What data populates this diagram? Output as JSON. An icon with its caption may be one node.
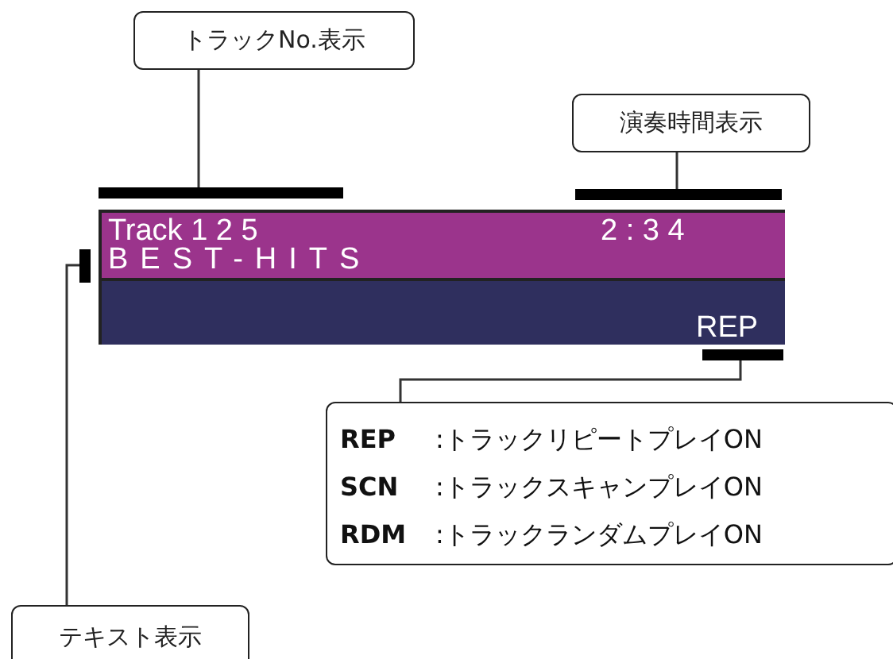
{
  "diagram": {
    "nodes": [
      {
        "text": [
          "トラックNo.表示"
        ]
      },
      {
        "text": [],
        "shape": "bar"
      },
      {
        "text": [
          "演奏時間表示"
        ]
      },
      {
        "text": [],
        "shape": "bar"
      },
      {
        "text": [
          "Track 1 2 5",
          "2 : 3 4",
          "BEST-HITS",
          "REP"
        ]
      },
      {
        "text": [],
        "shape": "bar"
      },
      {
        "text": [
          "REP",
          ":トラックリピートプレイON",
          "SCN",
          ":トラックスキャンプレイON",
          "RDM",
          ":トラックランダムプレイON"
        ]
      },
      {
        "text": [],
        "shape": "bar"
      },
      {
        "text": [
          "テキスト表示"
        ]
      }
    ],
    "edges": [
      {
        "from": 0,
        "to": 1,
        "arrow": "none"
      },
      {
        "from": 2,
        "to": 3,
        "arrow": "none"
      },
      {
        "from": 6,
        "to": 5,
        "arrow": "none"
      },
      {
        "from": 8,
        "to": 7,
        "arrow": "none"
      }
    ]
  }
}
